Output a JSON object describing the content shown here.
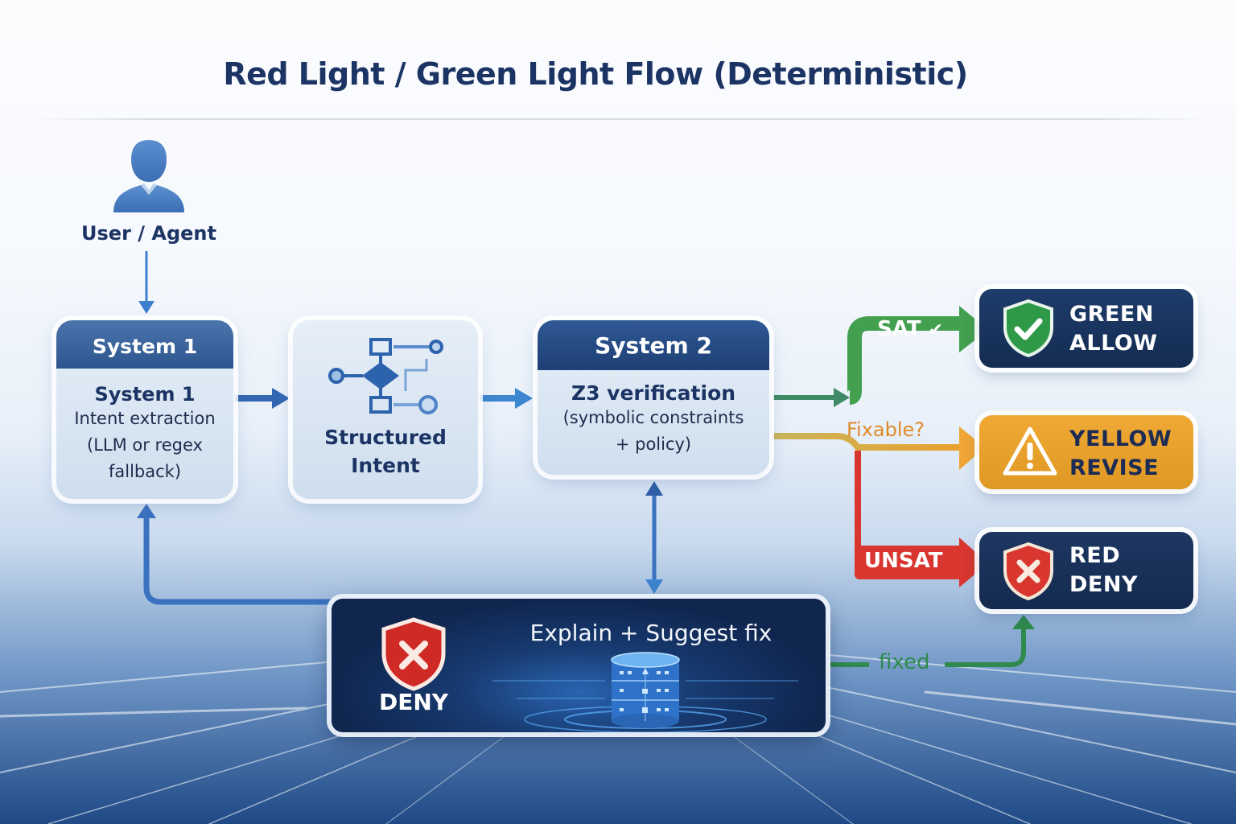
{
  "title": "Red Light / Green Light Flow (Deterministic)",
  "actor": {
    "label": "User / Agent",
    "icon": "user-icon"
  },
  "nodes": {
    "system1": {
      "header": "System 1",
      "title": "System 1",
      "lines": [
        "Intent extraction",
        "(LLM or regex",
        "fallback)"
      ]
    },
    "structured_intent": {
      "icon": "flowchart-icon",
      "lines": [
        "Structured",
        "Intent"
      ]
    },
    "system2": {
      "header": "System 2",
      "title": "Z3 verification",
      "lines": [
        "(symbolic constraints",
        "+ policy)"
      ]
    },
    "explain": {
      "label": "Explain + Suggest fix",
      "badge": "DENY",
      "icon": "database-icon"
    }
  },
  "outcomes": [
    {
      "id": "green",
      "lines": [
        "GREEN",
        "ALLOW"
      ],
      "icon": "shield-check-icon",
      "color": "#2e9a48"
    },
    {
      "id": "yellow",
      "lines": [
        "YELLOW",
        "REVISE"
      ],
      "icon": "warning-icon",
      "color": "#e9a02c"
    },
    {
      "id": "red",
      "lines": [
        "RED",
        "DENY"
      ],
      "icon": "shield-x-icon",
      "color": "#d8362f"
    }
  ],
  "edges": {
    "sat": "SAT",
    "fixable": "Fixable?",
    "unsat": "UNSAT",
    "fixed": "fixed"
  },
  "colors": {
    "title": "#1c3464",
    "primary_blue": "#3a6fb5",
    "sat_green": "#3f9e4f",
    "fixable_orange": "#e69a2e",
    "unsat_red": "#d8362f",
    "fixed_green": "#2f8a4e"
  }
}
